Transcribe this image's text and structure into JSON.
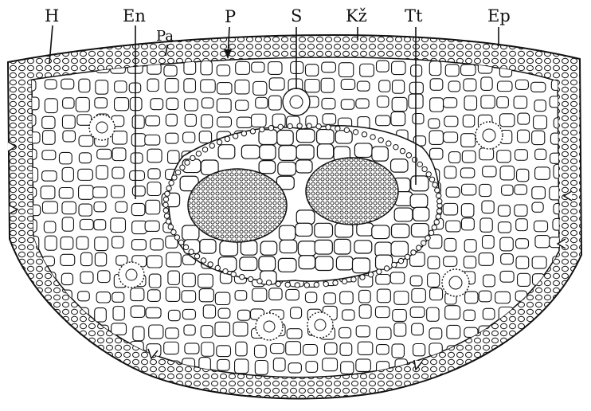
{
  "labels": {
    "H": "H",
    "En": "En",
    "Pa": "Pa",
    "P": "P",
    "S": "S",
    "Kz": "Kž",
    "Tt": "Tt",
    "Ep": "Ep"
  },
  "colors": {
    "ink": "#111111",
    "background": "#ffffff",
    "cell_fill": "#ffffff"
  }
}
